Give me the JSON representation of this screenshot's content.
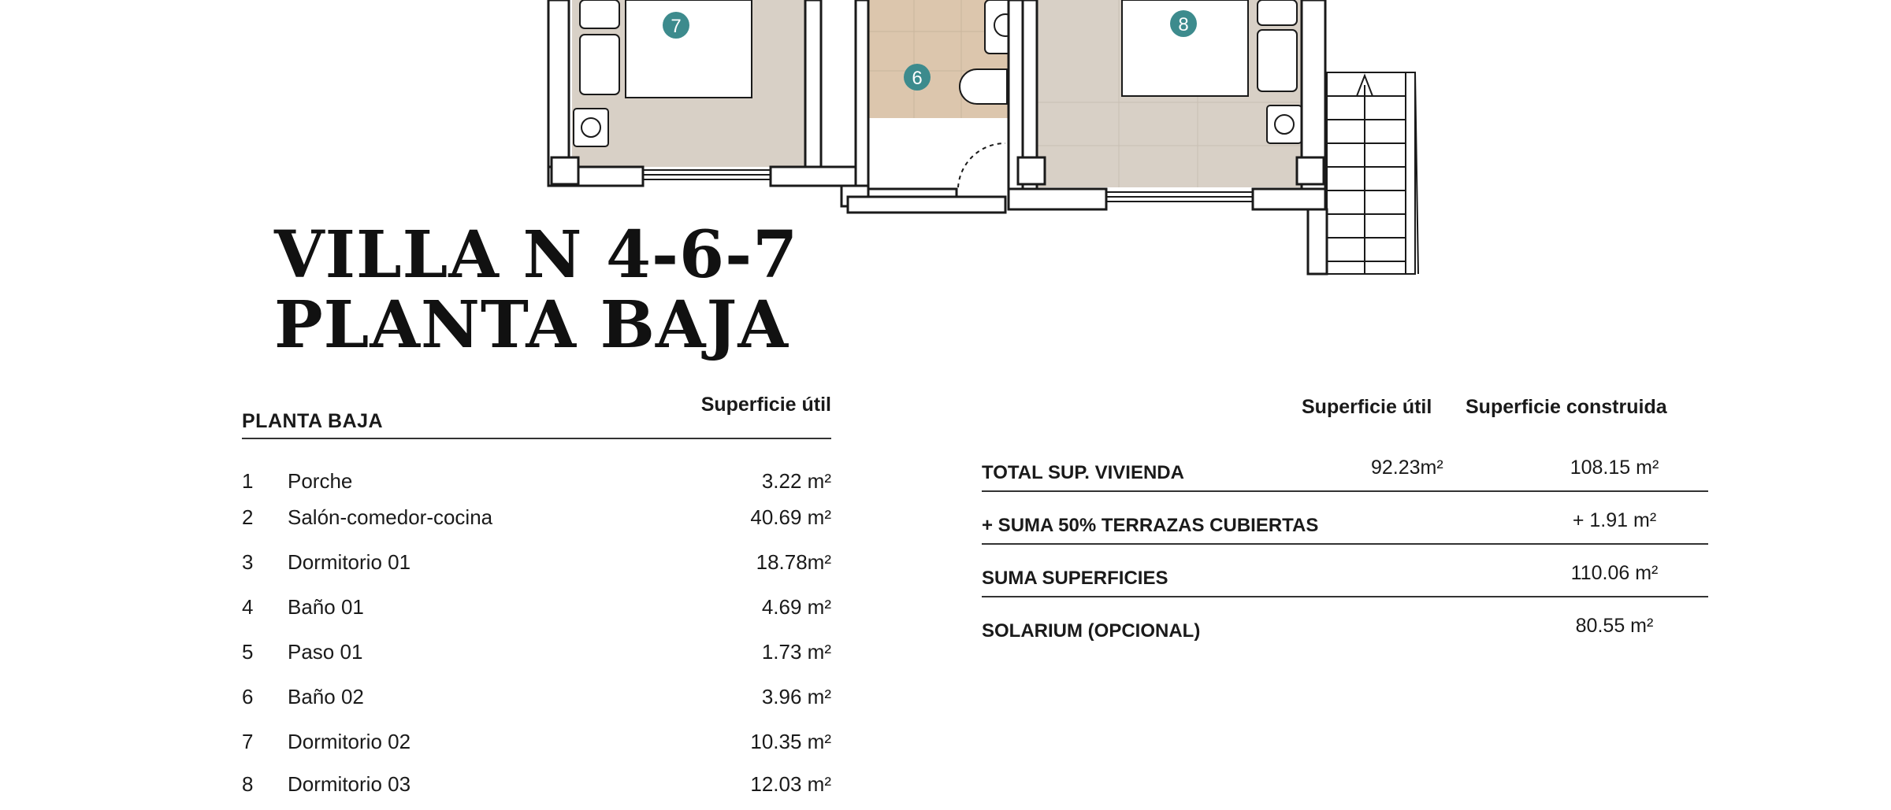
{
  "title": {
    "line1": "VILLA N 4-6-7",
    "line2": "PLANTA BAJA"
  },
  "plan_labels": {
    "room7": "7",
    "room6": "6",
    "room8": "8"
  },
  "rooms_table": {
    "heading": "PLANTA BAJA",
    "column": "Superficie útil",
    "rows": [
      {
        "num": "1",
        "label": "Porche",
        "value": "3.22 m²"
      },
      {
        "num": "2",
        "label": "Salón-comedor-cocina",
        "value": "40.69 m²"
      },
      {
        "num": "3",
        "label": "Dormitorio 01",
        "value": "18.78m²"
      },
      {
        "num": "4",
        "label": "Baño 01",
        "value": "4.69 m²"
      },
      {
        "num": "5",
        "label": "Paso 01",
        "value": "1.73 m²"
      },
      {
        "num": "6",
        "label": "Baño 02",
        "value": "3.96 m²"
      },
      {
        "num": "7",
        "label": "Dormitorio 02",
        "value": "10.35 m²"
      },
      {
        "num": "8",
        "label": "Dormitorio 03",
        "value": "12.03 m²"
      }
    ]
  },
  "totals_table": {
    "col1": "Superficie útil",
    "col2": "Superficie construida",
    "rows": [
      {
        "label": "TOTAL SUP. VIVIENDA",
        "util": "92.23m²",
        "construida": "108.15 m²"
      },
      {
        "label": "+ SUMA 50% TERRAZAS CUBIERTAS",
        "util": "",
        "construida": "+ 1.91 m²"
      },
      {
        "label": " SUMA SUPERFICIES",
        "util": "",
        "construida": "110.06 m²"
      },
      {
        "label": "SOLARIUM (OPCIONAL)",
        "util": "",
        "construida": "80.55 m²"
      }
    ]
  },
  "colors": {
    "room_floor": "#d8d0c6",
    "bath_floor": "#dcc6ad",
    "marker": "#3d8b8d",
    "wall": "#1a1a1a"
  }
}
